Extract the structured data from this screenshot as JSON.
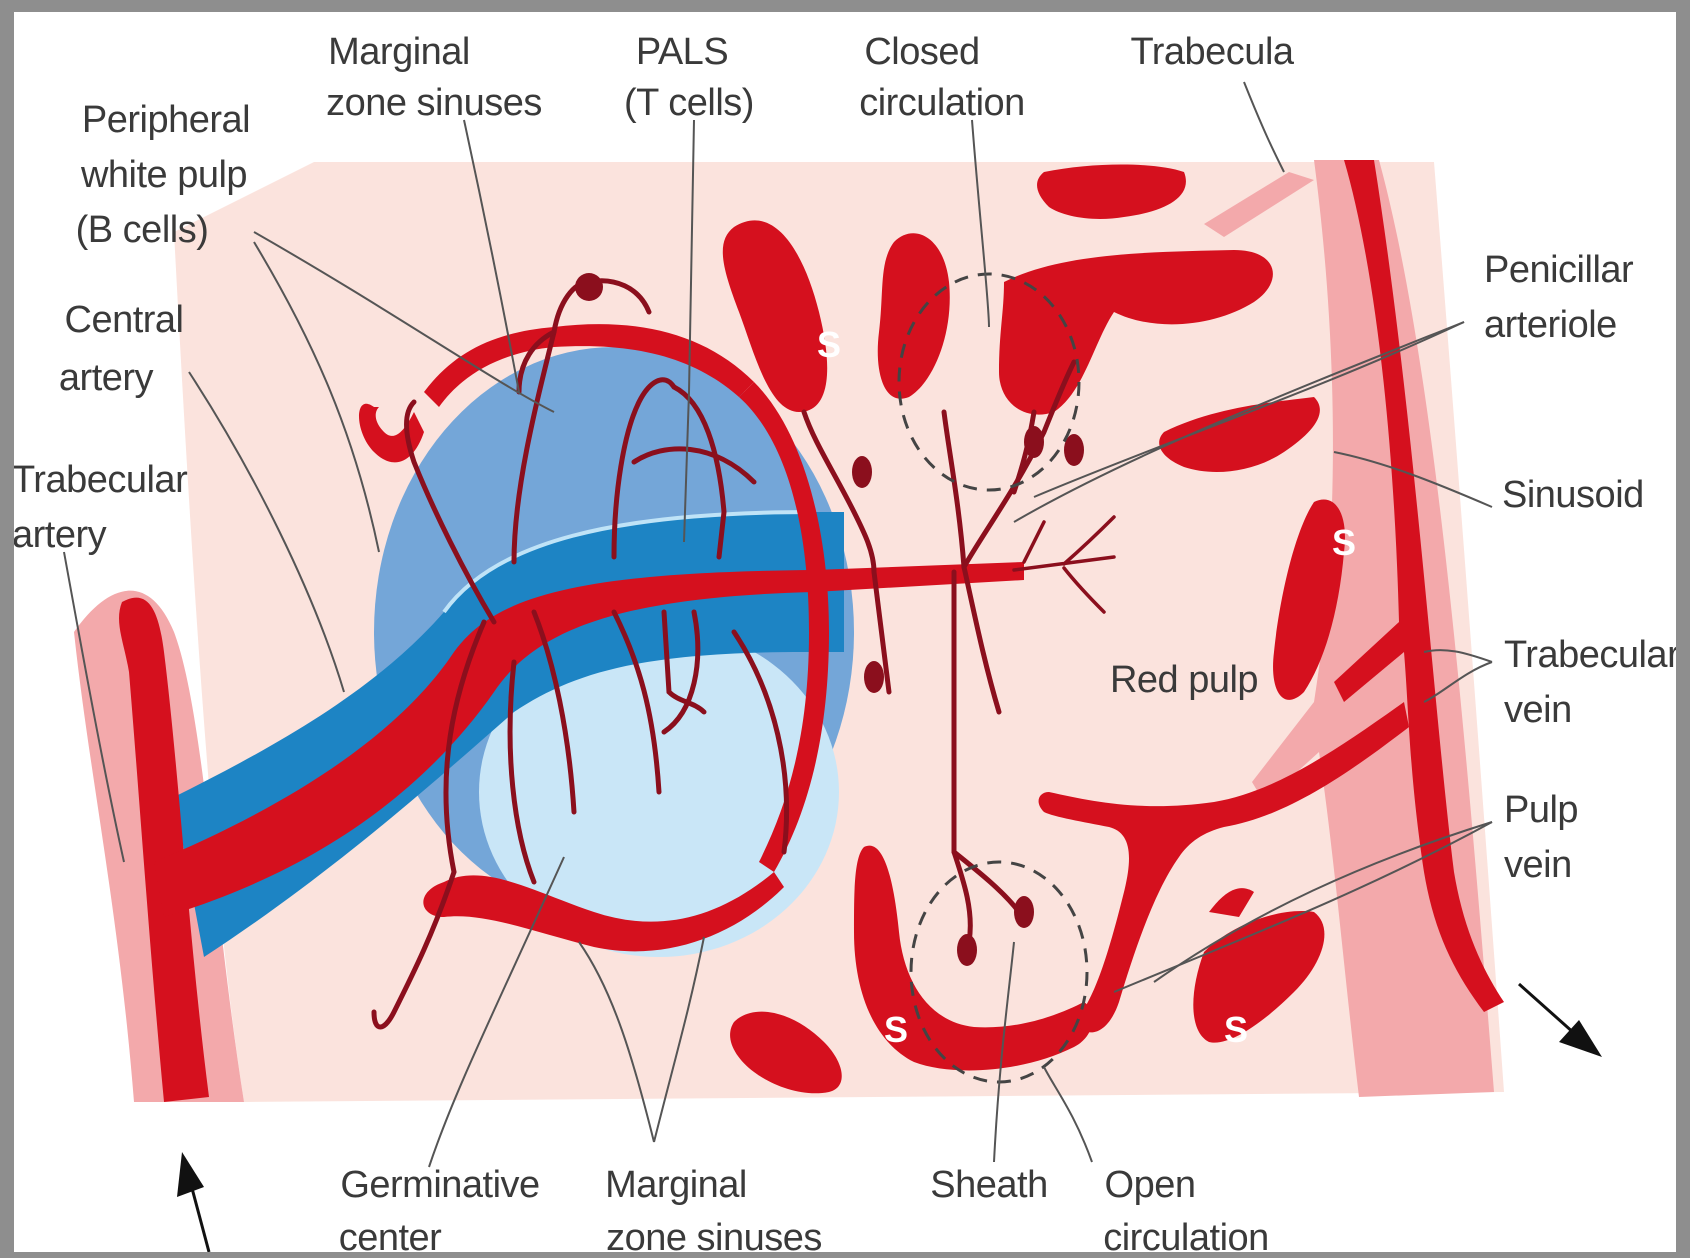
{
  "labels": {
    "marginal_zone_sinuses_top": [
      "Marginal",
      "zone sinuses"
    ],
    "pals": [
      "PALS",
      "(T cells)"
    ],
    "closed_circulation": [
      "Closed",
      "circulation"
    ],
    "trabecula": [
      "Trabecula"
    ],
    "peripheral_white_pulp": [
      "Peripheral",
      "white pulp",
      "(B cells)"
    ],
    "central_artery": [
      "Central",
      "artery"
    ],
    "trabecular_artery": [
      "Trabecular",
      "artery"
    ],
    "penicillar_arteriole": [
      "Penicillar",
      "arteriole"
    ],
    "sinusoid": [
      "Sinusoid"
    ],
    "trabecular_vein": [
      "Trabecular",
      "vein"
    ],
    "pulp_vein": [
      "Pulp",
      "vein"
    ],
    "red_pulp": [
      "Red pulp"
    ],
    "germinative_center": [
      "Germinative",
      "center"
    ],
    "marginal_zone_sinuses_bottom": [
      "Marginal",
      "zone sinuses"
    ],
    "sheath": [
      "Sheath"
    ],
    "open_circulation": [
      "Open",
      "circulation"
    ]
  },
  "sinus_mark": "S",
  "colors": {
    "vessel": "#d5101e",
    "vessel_outline": "#8b0f1d",
    "red_pulp_bg": "#fbe3dd",
    "trabecula": "#f3a9ab",
    "white_pulp": "#74a6d8",
    "pals": "#1d84c4",
    "germinal_center": "#c9e6f7",
    "frame": "#8e8e8e"
  }
}
